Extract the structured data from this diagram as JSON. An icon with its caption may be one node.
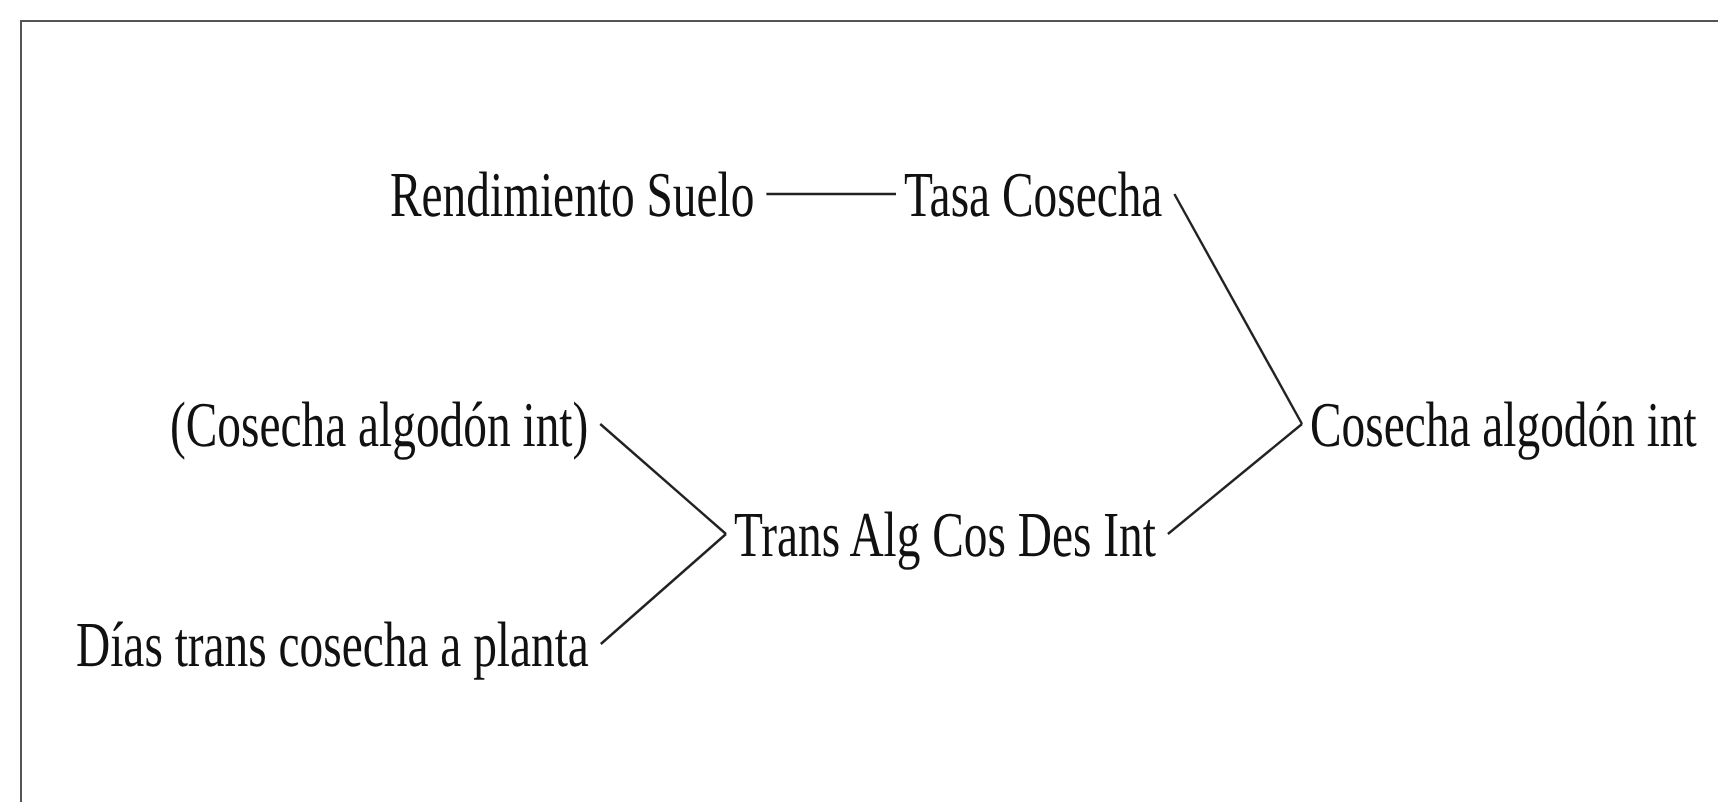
{
  "diagram": {
    "nodes": [
      {
        "text": [
          "Rendimiento Suelo"
        ]
      },
      {
        "text": [
          "Tasa Cosecha"
        ]
      },
      {
        "text": [
          "(Cosecha algodón int)"
        ]
      },
      {
        "text": [
          "Días trans cosecha a planta"
        ]
      },
      {
        "text": [
          "Trans Alg Cos Des Int"
        ]
      },
      {
        "text": [
          "Cosecha algodón int"
        ]
      }
    ],
    "edges": [
      {
        "from": 0,
        "to": 1,
        "arrow": "none"
      },
      {
        "from": 1,
        "to": 5,
        "arrow": "none"
      },
      {
        "from": 2,
        "to": 4,
        "arrow": "none"
      },
      {
        "from": 3,
        "to": 4,
        "arrow": "none"
      },
      {
        "from": 4,
        "to": 5,
        "arrow": "none"
      }
    ]
  }
}
